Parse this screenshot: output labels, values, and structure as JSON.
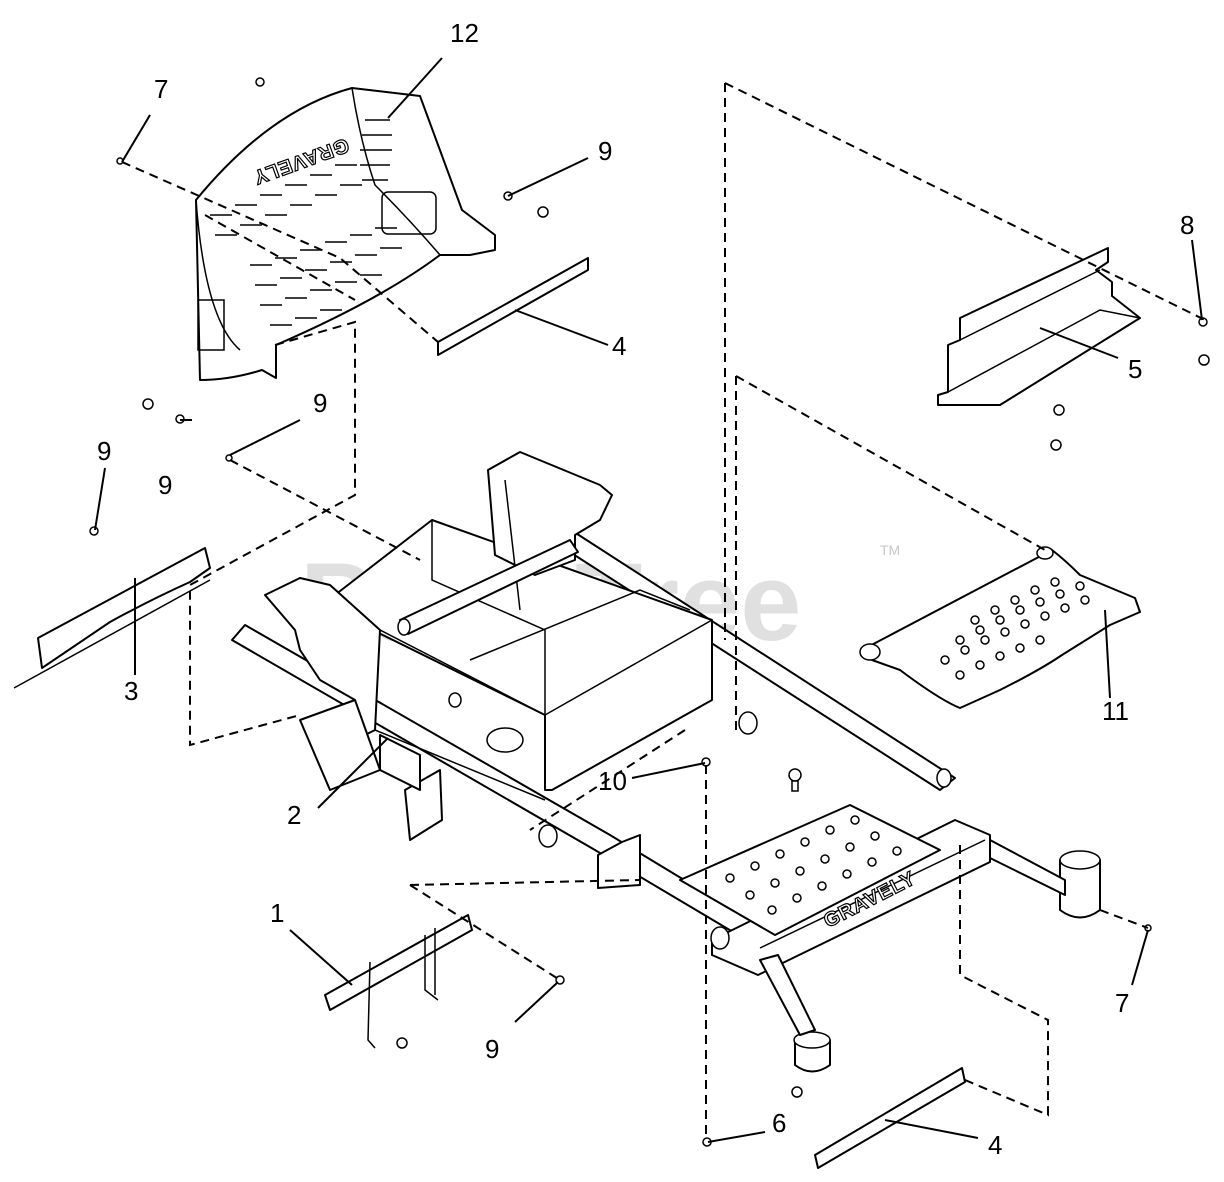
{
  "watermark": {
    "text": "PartsTree",
    "tm": "TM"
  },
  "brand": {
    "frame_text": "GRAVELY",
    "shield_text": "GRAVELY"
  },
  "callouts": {
    "c1": "1",
    "c2": "2",
    "c3": "3",
    "c4_top": "4",
    "c4_bottom": "4",
    "c5": "5",
    "c6": "6",
    "c7_left": "7",
    "c7_right": "7",
    "c8": "8",
    "c9_a": "9",
    "c9_b": "9",
    "c9_c": "9",
    "c9_d": "9",
    "c9_e": "9",
    "c10": "10",
    "c11": "11",
    "c12": "12"
  }
}
